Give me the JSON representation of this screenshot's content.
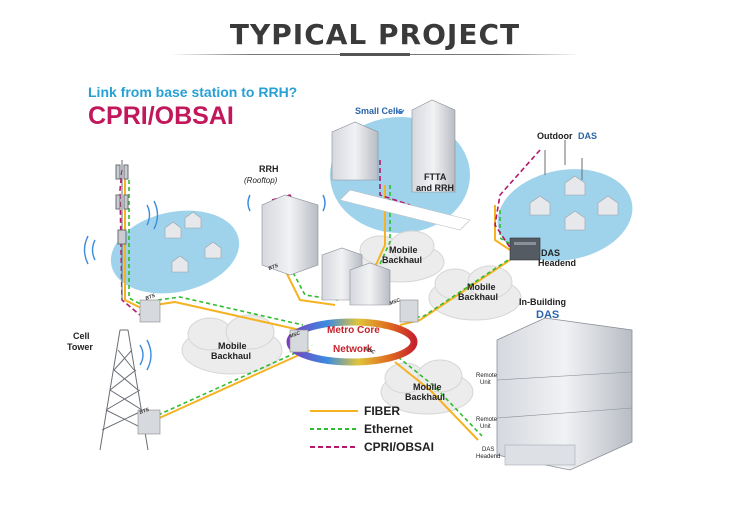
{
  "header": {
    "title": "TYPICAL PROJECT"
  },
  "intro": {
    "question": "Link from base station to RRH?",
    "protocol": "CPRI/OBSAI"
  },
  "labels": {
    "small_cells": "Small Cells",
    "rrh": "RRH",
    "rooftop": "(Rooftop)",
    "ftta_1": "FTTA",
    "ftta_2": "and RRH",
    "outdoor": "Outdoor",
    "das": "DAS",
    "mobile_1": "Mobile",
    "backhaul": "Backhaul",
    "das_headend_1": "DAS",
    "das_headend_2": "Headend",
    "in_building": "In-Building",
    "in_building_das": "DAS",
    "cell": "Cell",
    "tower": "Tower",
    "metro_core_1": "Metro Core",
    "metro_core_2": "Network",
    "bts": "BTS",
    "msc": "MSC",
    "remote": "Remote",
    "unit": "Unit"
  },
  "legend": [
    {
      "label": "FIBER",
      "color": "#f5b323",
      "dash": "none"
    },
    {
      "label": "Ethernet",
      "color": "#2ebd2e",
      "dash": "4 3"
    },
    {
      "label": "CPRI/OBSAI",
      "color": "#b5176b",
      "dash": "5 3"
    }
  ],
  "colors": {
    "fiber": "#f5b323",
    "ethernet": "#2ebd2e",
    "cpri": "#b5176b",
    "cloud": "#ececec",
    "coverage": "#9fd3ec",
    "question": "#27a0d6",
    "protocol": "#c2185b"
  }
}
